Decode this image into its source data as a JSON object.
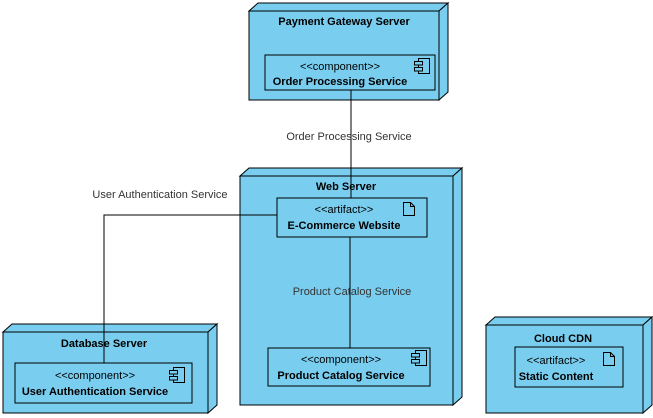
{
  "diagram": {
    "kind": "uml-deployment-diagram",
    "colors": {
      "node_fill": "#79CEF0",
      "line_color": "#000000",
      "label_color": "#333333",
      "background": "#FFFFFF"
    },
    "nodes": [
      {
        "title": "Payment Gateway Server",
        "children": [
          {
            "kind": "component",
            "stereotype": "<<component>>",
            "name": "Order Processing Service"
          }
        ]
      },
      {
        "title": "Web Server",
        "children": [
          {
            "kind": "artifact",
            "stereotype": "<<artifact>>",
            "name": "E-Commerce Website"
          },
          {
            "kind": "component",
            "stereotype": "<<component>>",
            "name": "Product Catalog Service"
          }
        ]
      },
      {
        "title": "Database Server",
        "children": [
          {
            "kind": "component",
            "stereotype": "<<component>>",
            "name": "User Authentication Service"
          }
        ]
      },
      {
        "title": "Cloud CDN",
        "children": [
          {
            "kind": "artifact",
            "stereotype": "<<artifact>>",
            "name": "Static Content"
          }
        ]
      }
    ],
    "connectors": [
      {
        "label": "Order Processing Service",
        "from": "Order Processing Service",
        "to": "E-Commerce Website"
      },
      {
        "label": "User Authentication Service",
        "from": "E-Commerce Website",
        "to": "User Authentication Service"
      },
      {
        "label": "Product Catalog Service",
        "from": "E-Commerce Website",
        "to": "Product Catalog Service"
      }
    ]
  }
}
